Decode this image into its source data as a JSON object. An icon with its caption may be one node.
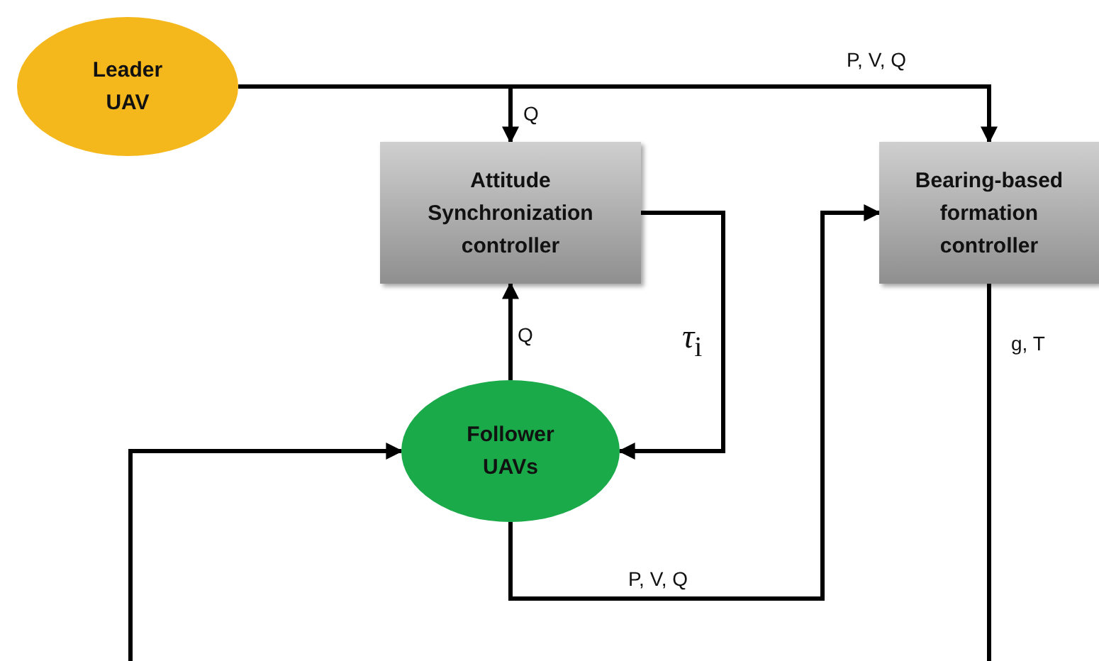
{
  "diagram": {
    "nodes": [
      {
        "text": [
          "Leader UAV"
        ]
      },
      {
        "text": [
          "Attitude Synchronization controller"
        ]
      },
      {
        "text": [
          "Bearing-based formation controller"
        ]
      },
      {
        "text": [
          "Follower UAVs"
        ]
      }
    ],
    "edges": [
      {
        "from": 0,
        "to": 1,
        "arrow": "to",
        "label": "Q"
      },
      {
        "from": 0,
        "to": 2,
        "arrow": "to",
        "label": "P, V, Q"
      },
      {
        "from": 3,
        "to": 1,
        "arrow": "to",
        "label": "Q"
      },
      {
        "from": 1,
        "to": 3,
        "arrow": "to",
        "label": "*τ*$_{i}$"
      },
      {
        "from": 3,
        "to": 2,
        "arrow": "to",
        "label": "P, V, Q"
      },
      {
        "from": 2,
        "to": null,
        "arrow": "none",
        "label": "g, T"
      },
      {
        "from": null,
        "to": 3,
        "arrow": "to"
      }
    ]
  }
}
